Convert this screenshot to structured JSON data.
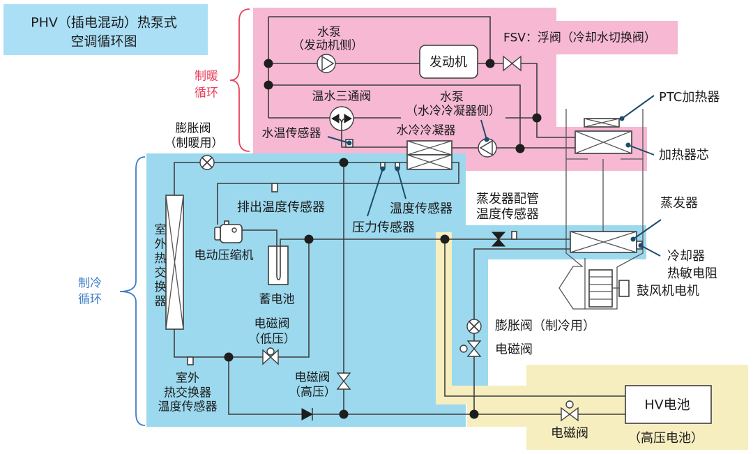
{
  "title": {
    "line1": "PHV（插电混动）热泵式",
    "line2": "空调循环图"
  },
  "colors": {
    "heating_zone": "#f6b8d3",
    "cooling_zone": "#9cd9ee",
    "battery_zone": "#f7eec0",
    "title_background": "#aadff6",
    "heating_label": "#e8405d",
    "cooling_label": "#3d7fc6",
    "pipe": "#3c3c3c",
    "sensor_leader": "#1d4b6b"
  },
  "sections": {
    "heating": {
      "line1": "制暖",
      "line2": "循环"
    },
    "cooling": {
      "line1": "制冷",
      "line2": "循环"
    }
  },
  "heating_circuit": {
    "water_pump_engine": {
      "line1": "水泵",
      "line2": "（发动机侧）"
    },
    "engine": "发动机",
    "fsv": "FSV：浮阀（冷却水切换阀）",
    "three_way_valve": "温水三通阀",
    "water_pump_condenser": {
      "line1": "水泵",
      "line2": "（水冷冷凝器侧）"
    },
    "water_temp_sensor": "水温传感器",
    "water_cooled_condenser": "水冷冷凝器",
    "ptc_heater": "PTC加热器",
    "heater_core": "加热器芯"
  },
  "cooling_circuit": {
    "expansion_valve_heating": {
      "line1": "膨胀阀",
      "line2": "（制暖用）"
    },
    "discharge_temp_sensor": "排出温度传感器",
    "temp_sensor": "温度传感器",
    "pressure_sensor": "压力传感器",
    "evaporator_pipe_temp_sensor": {
      "line1": "蒸发器配管",
      "line2": "温度传感器"
    },
    "evaporator": "蒸发器",
    "cooler_thermistor": {
      "line1": "冷却器",
      "line2": "热敏电阻"
    },
    "blower_motor": "鼓风机电机",
    "electric_compressor": "电动压缩机",
    "accumulator": "蓄电池",
    "outdoor_heat_exchanger": "室外热交换器",
    "solenoid_low": {
      "line1": "电磁阀",
      "line2": "（低压）"
    },
    "outdoor_hx_temp_sensor": {
      "line1": "室外",
      "line2": "热交换器",
      "line3": "温度传感器"
    },
    "solenoid_high": {
      "line1": "电磁阀",
      "line2": "（高压）"
    },
    "expansion_valve_cooling": "膨胀阀（制冷用）",
    "solenoid_cooling": "电磁阀"
  },
  "battery_circuit": {
    "hv_battery": "HV电池",
    "hv_battery_note": "（高压电池）",
    "solenoid_battery": "电磁阀"
  }
}
